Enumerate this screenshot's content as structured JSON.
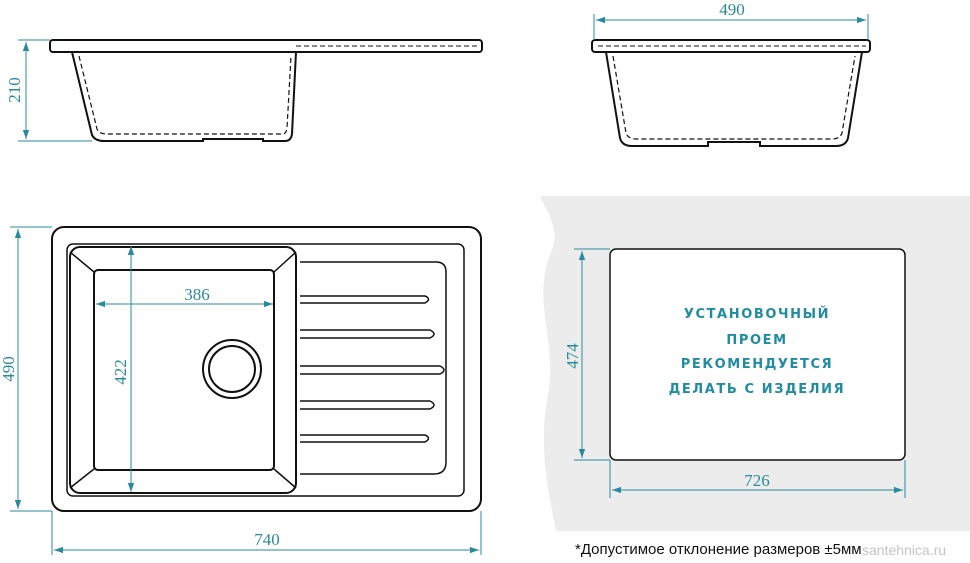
{
  "dimensions": {
    "side_height": "210",
    "front_width": "490",
    "bowl_width": "386",
    "bowl_depth": "422",
    "overall_depth": "490",
    "overall_length": "740",
    "cutout_depth": "474",
    "cutout_width": "726"
  },
  "cutout_note": {
    "lines": [
      "УСТАНОВОЧНЫЙ",
      "ПРОЕМ",
      "РЕКОМЕНДУЕТСЯ",
      "ДЕЛАТЬ С ИЗДЕЛИЯ"
    ]
  },
  "tolerance_note": "*Допустимое отклонение размеров ±5мм",
  "watermark": "santehnica.ru",
  "colors": {
    "line": "#111111",
    "dimension": "#2a8a9c",
    "note": "#1f8ca0",
    "backdrop": "#ececec"
  }
}
